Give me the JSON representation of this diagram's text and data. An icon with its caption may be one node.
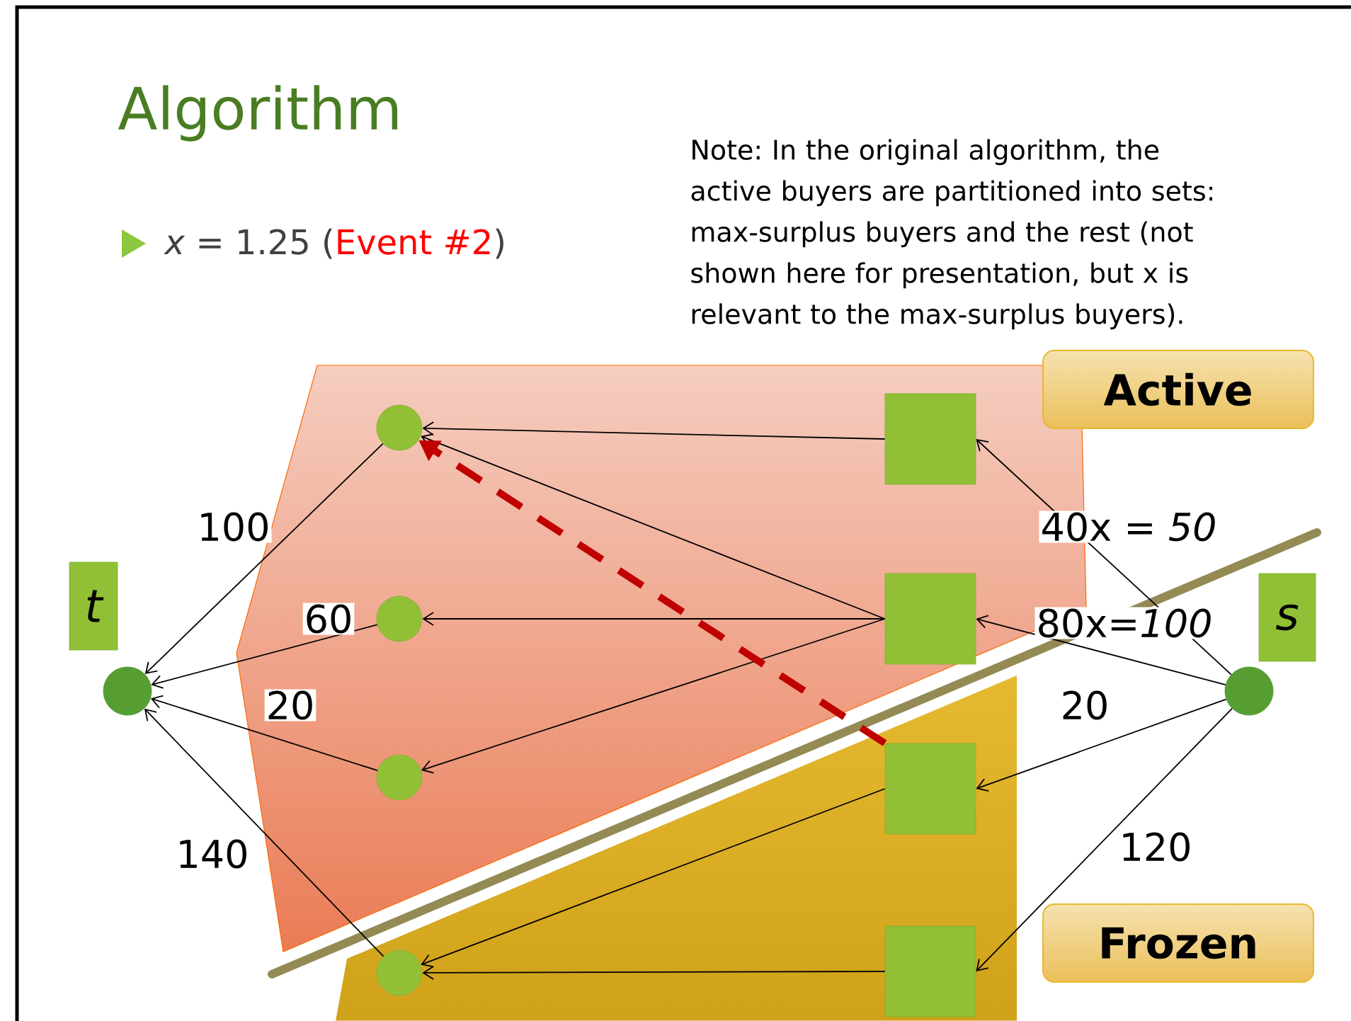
{
  "diagram": {
    "title": "Algorithm",
    "nodes": [
      {
        "text": [
          "Active"
        ]
      },
      {
        "text": [
          "t"
        ]
      },
      {
        "text": [],
        "shape": "circle"
      },
      {
        "text": [],
        "shape": "circle"
      },
      {
        "text": [],
        "shape": "circle"
      },
      {
        "text": [],
        "shape": "circle"
      },
      {
        "text": [],
        "shape": "circle"
      },
      {
        "text": [],
        "shape": "box"
      },
      {
        "text": [],
        "shape": "box"
      },
      {
        "text": [],
        "shape": "box"
      },
      {
        "text": [],
        "shape": "box"
      },
      {
        "text": [
          "s"
        ]
      },
      {
        "text": [],
        "shape": "circle"
      },
      {
        "text": [
          "Frozen"
        ]
      }
    ],
    "edges": [
      {
        "from": 3,
        "to": 2,
        "arrow": "to",
        "label": "100"
      },
      {
        "from": 4,
        "to": 2,
        "arrow": "to",
        "label": "60"
      },
      {
        "from": 5,
        "to": 2,
        "arrow": "to",
        "label": "20"
      },
      {
        "from": 6,
        "to": 2,
        "arrow": "to",
        "label": "140"
      },
      {
        "from": 7,
        "to": 3,
        "arrow": "to"
      },
      {
        "from": 8,
        "to": 3,
        "arrow": "to"
      },
      {
        "from": 8,
        "to": 4,
        "arrow": "to"
      },
      {
        "from": 8,
        "to": 5,
        "arrow": "to"
      },
      {
        "from": 9,
        "to": 6,
        "arrow": "to"
      },
      {
        "from": 10,
        "to": 6,
        "arrow": "to"
      },
      {
        "from": 12,
        "to": 7,
        "arrow": "to",
        "label": "40x = *50*"
      },
      {
        "from": 12,
        "to": 8,
        "arrow": "to",
        "label": "80x=*100*"
      },
      {
        "from": 12,
        "to": 9,
        "arrow": "to",
        "label": "20"
      },
      {
        "from": 12,
        "to": 10,
        "arrow": "to",
        "label": "120"
      },
      {
        "from": 9,
        "to": 3,
        "arrow": "to",
        "style": "dashed",
        "color": "#c00000"
      }
    ],
    "labels": [
      "*x* = 1.25 (",
      "Event #2",
      ")",
      "Note: In the original algorithm, the active buyers are partitioned into sets: max-surplus buyers and the rest (not shown here for presentation, but x is relevant to the max-surplus buyers)."
    ]
  }
}
